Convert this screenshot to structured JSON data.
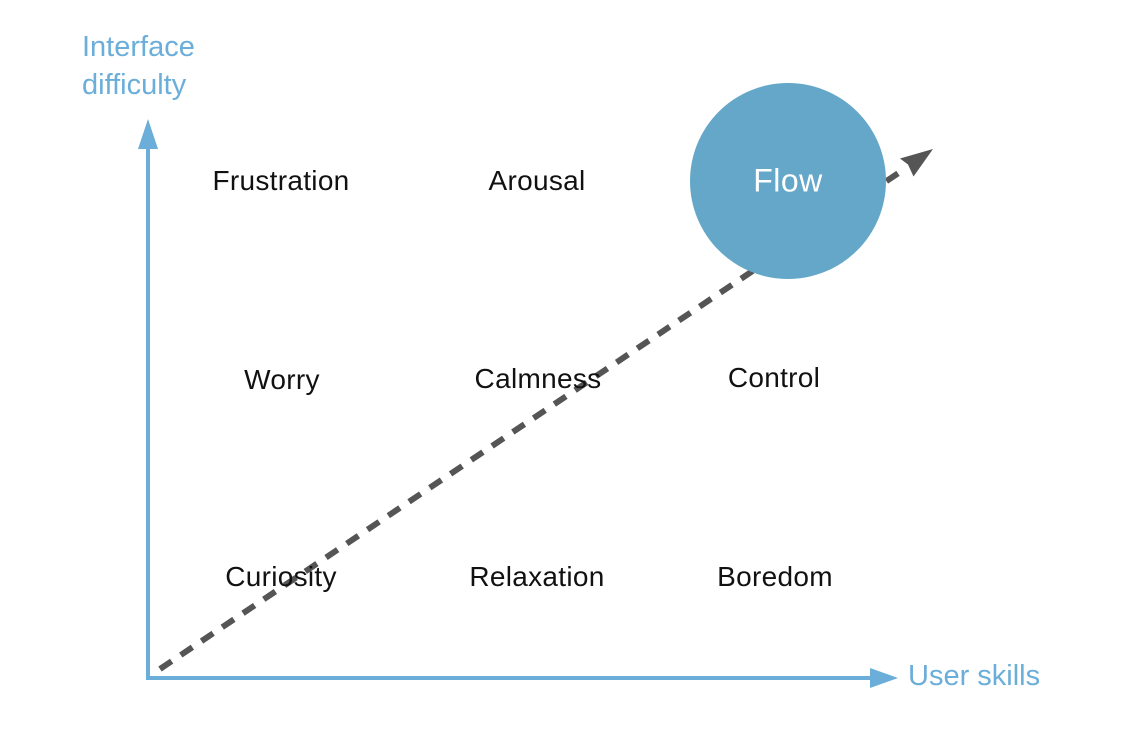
{
  "diagram": {
    "y_axis": {
      "label_lines": [
        "Interface",
        "difficulty"
      ]
    },
    "x_axis": {
      "label": "User skills"
    },
    "cells": [
      {
        "id": "frustration",
        "label": "Frustration"
      },
      {
        "id": "arousal",
        "label": "Arousal"
      },
      {
        "id": "flow",
        "label": "Flow"
      },
      {
        "id": "worry",
        "label": "Worry"
      },
      {
        "id": "calmness",
        "label": "Calmness"
      },
      {
        "id": "control",
        "label": "Control"
      },
      {
        "id": "curiosity",
        "label": "Curiosity"
      },
      {
        "id": "relaxation",
        "label": "Relaxation"
      },
      {
        "id": "boredom",
        "label": "Boredom"
      }
    ]
  },
  "colors": {
    "axis": "#6aaed9",
    "axis-text": "#6aaed9",
    "circle": "#64a7c8",
    "circle-text": "#ffffff",
    "dash": "#555555",
    "text": "#111111",
    "background": "#ffffff"
  }
}
